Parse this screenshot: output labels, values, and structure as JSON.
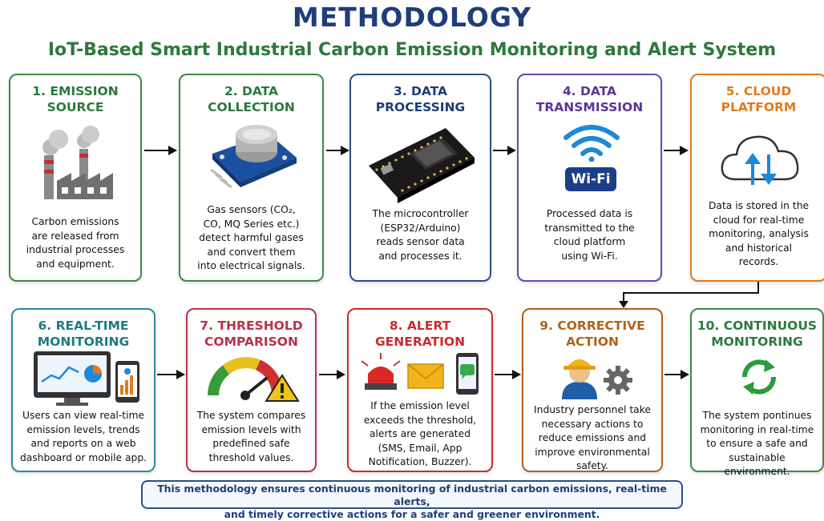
{
  "header": {
    "title": "METHODOLOGY",
    "subtitle": "IoT-Based Smart Industrial Carbon Emission Monitoring and Alert System"
  },
  "steps": [
    {
      "title": "1. EMISSION\nSOURCE",
      "desc": "Carbon emissions\nare released from\nindustrial processes\nand equipment.",
      "color": "#2b7a3b",
      "icon": "factory-icon"
    },
    {
      "title": "2. DATA\nCOLLECTION",
      "desc": "Gas sensors (CO₂,\nCO, MQ Series etc.)\ndetect harmful gases\nand convert them\ninto electrical signals.",
      "color": "#2b7a3b",
      "icon": "gas-sensor-icon"
    },
    {
      "title": "3. DATA\nPROCESSING",
      "desc": "The microcontroller\n(ESP32/Arduino)\nreads sensor data\nand processes it.",
      "color": "#1f3d7a",
      "icon": "microcontroller-icon"
    },
    {
      "title": "4. DATA\nTRANSMISSION",
      "desc": "Processed data is\ntransmitted to the\ncloud platform\nusing Wi-Fi.",
      "color": "#5b3596",
      "icon": "wifi-icon",
      "badge": "Wi-Fi"
    },
    {
      "title": "5. CLOUD\nPLATFORM",
      "desc": "Data is stored in the\ncloud for real-time\nmonitoring, analysis\nand historical\nrecords.",
      "color": "#e07a1f",
      "icon": "cloud-icon"
    },
    {
      "title": "6. REAL-TIME\nMONITORING",
      "desc": "Users can view real-time\nemission levels, trends\nand reports on a web\ndashboard or mobile app.",
      "color": "#1f7a86",
      "icon": "dashboard-icon"
    },
    {
      "title": "7. THRESHOLD\nCOMPARISON",
      "desc": "The system compares\nemission levels with\npredefined safe\nthreshold values.",
      "color": "#b8324a",
      "icon": "gauge-warning-icon"
    },
    {
      "title": "8. ALERT\nGENERATION",
      "desc": "If the emission level\nexceeds the threshold,\nalerts are generated\n(SMS, Email, App\nNotification, Buzzer).",
      "color": "#cc2b2b",
      "icon": "alert-icon"
    },
    {
      "title": "9. CORRECTIVE\nACTION",
      "desc": "Industry personnel take\nnecessary actions to\nreduce emissions and\nimprove environmental\nsafety.",
      "color": "#b0621a",
      "icon": "worker-icon"
    },
    {
      "title": "10. CONTINUOUS\nMONITORING",
      "desc": "The system pontinues\nmonitoring in real-time\nto ensure a safe and\nsustainable environment.",
      "color": "#2b7a3b",
      "icon": "cycle-icon"
    }
  ],
  "footer": {
    "text": "This methodology ensures continuous monitoring of industrial carbon emissions, real-time alerts,\nand timely corrective actions for a safer and greener environment."
  }
}
